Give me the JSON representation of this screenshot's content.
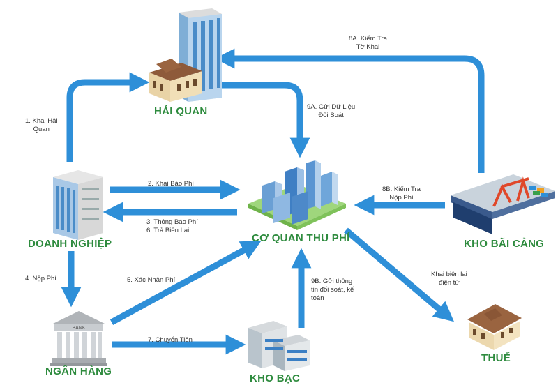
{
  "nodes": {
    "hai_quan": "HẢI QUAN",
    "doanh_nghiep": "DOANH NGHIỆP",
    "co_quan_thu_phi": "CƠ QUAN THU PHÍ",
    "kho_bai_cang": "KHO BÃI CẢNG",
    "ngan_hang": "NGÂN HÀNG",
    "kho_bac": "KHO BẠC",
    "thue": "THUẾ"
  },
  "bank_sign": "BANK",
  "edges": {
    "e1": [
      "1. Khai Hải",
      "Quan"
    ],
    "e2": "2. Khai Báo Phí",
    "e3": [
      "3. Thông Báo Phí",
      "6. Trả Biên Lai"
    ],
    "e4": "4. Nộp Phí",
    "e5": "5. Xác Nhận Phí",
    "e7": "7. Chuyển Tiền",
    "e8a": [
      "8A. Kiểm Tra",
      "Tờ Khai"
    ],
    "e8b": [
      "8B. Kiểm Tra",
      "Nộp Phí"
    ],
    "e9a": [
      "9A. Gửi Dữ Liệu",
      "Đối Soát"
    ],
    "e9b": [
      "9B. Gửi thông",
      "tin đối soát, kế",
      "toán"
    ],
    "e_thue": [
      "Khai biên lai",
      "điện tử"
    ]
  },
  "colors": {
    "arrow": "#2e8fd8",
    "label_green": "#2e8b3e"
  }
}
